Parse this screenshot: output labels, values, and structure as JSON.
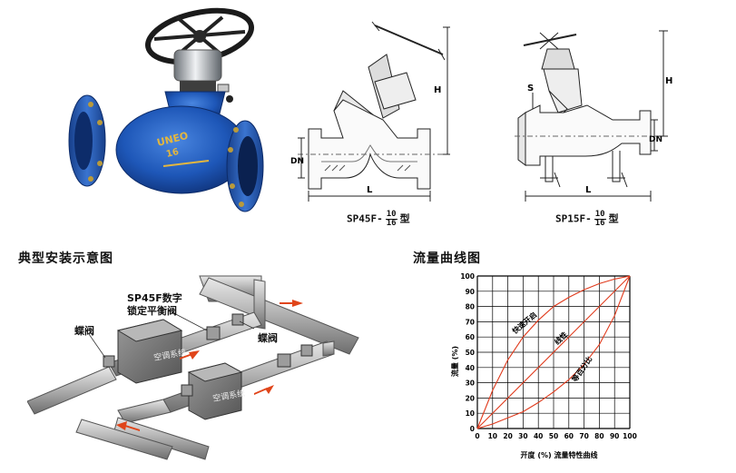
{
  "photo": {
    "brand_text": "UNEO",
    "marking": "16"
  },
  "drawing_sp45": {
    "dim_h": "H",
    "dim_dn": "DN",
    "dim_l": "L",
    "caption_model": "SP45F-",
    "caption_top": "10",
    "caption_bottom": "16",
    "caption_suffix": "型"
  },
  "drawing_sp15": {
    "dim_s": "S",
    "dim_h": "H",
    "dim_dn": "DN",
    "dim_l": "L",
    "caption_model": "SP15F-",
    "caption_top": "10",
    "caption_bottom": "16",
    "caption_suffix": "型"
  },
  "install": {
    "title": "典型安装示意图",
    "label_valve_line1": "SP45F数字",
    "label_valve_line2": "锁定平衡阀",
    "label_butterfly_left": "蝶阀",
    "label_butterfly_right": "蝶阀",
    "unit_text": "空调系统"
  },
  "chart_data": {
    "type": "line",
    "title": "流量曲线图",
    "xlabel": "开度 (%) 流量特性曲线",
    "ylabel": "流量 (%)",
    "xlim": [
      0,
      100
    ],
    "ylim": [
      0,
      100
    ],
    "x_ticks": [
      "0",
      "10",
      "20",
      "30",
      "40",
      "50",
      "60",
      "70",
      "80",
      "90",
      "100"
    ],
    "y_ticks": [
      "0",
      "10",
      "20",
      "30",
      "40",
      "50",
      "60",
      "70",
      "80",
      "90",
      "100"
    ],
    "grid": true,
    "series": [
      {
        "name": "快速开启",
        "x": [
          0,
          10,
          20,
          30,
          40,
          50,
          60,
          70,
          80,
          90,
          100
        ],
        "y": [
          0,
          25,
          45,
          60,
          71,
          80,
          86,
          91,
          95,
          98,
          100
        ]
      },
      {
        "name": "线性",
        "x": [
          0,
          100
        ],
        "y": [
          0,
          100
        ]
      },
      {
        "name": "等百分比",
        "x": [
          0,
          10,
          20,
          30,
          40,
          50,
          60,
          70,
          80,
          90,
          100
        ],
        "y": [
          0,
          3,
          7,
          11,
          17,
          24,
          32,
          42,
          55,
          74,
          100
        ]
      }
    ],
    "colors": {
      "curves": "#e03a1c",
      "grid": "#000000"
    }
  }
}
